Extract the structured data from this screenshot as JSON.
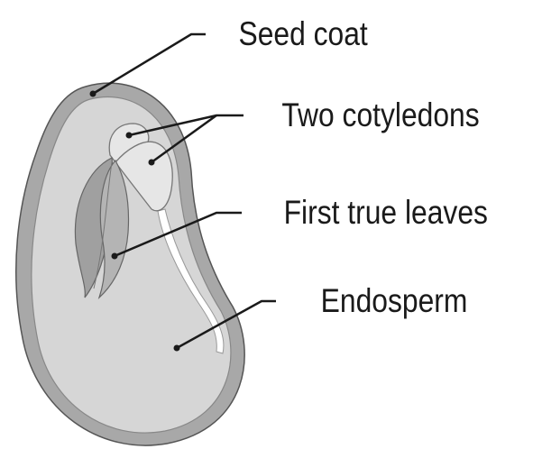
{
  "diagram": {
    "labels": {
      "seed_coat": "Seed coat",
      "two_cotyledons": "Two cotyledons",
      "first_true_leaves": "First true leaves",
      "endosperm": "Endosperm"
    },
    "colors": {
      "seed_coat": "#a8a8a8",
      "seed_body": "#d6d6d6",
      "cotyledon": "#e6e6e6",
      "leaves": "#a0a0a0",
      "line": "#1a1a1a",
      "outline": "#555555"
    }
  }
}
